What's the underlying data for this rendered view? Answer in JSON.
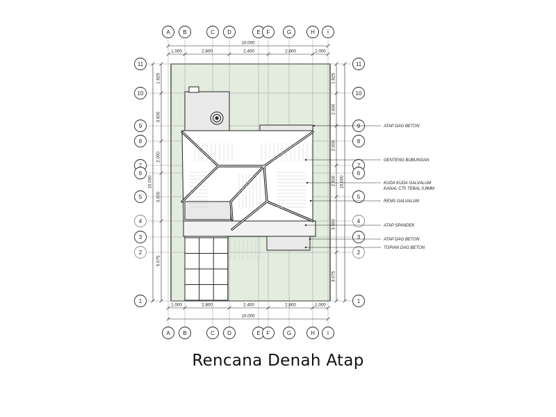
{
  "caption": "Rencana Denah Atap",
  "grid_columns": [
    "A",
    "B",
    "C",
    "D",
    "E",
    "F",
    "G",
    "H",
    "I"
  ],
  "grid_rows_right": [
    "11",
    "10",
    "9",
    "8",
    "7",
    "6",
    "5",
    "4",
    "3",
    "2",
    "1"
  ],
  "grid_rows_left": [
    "11",
    "10",
    "9",
    "8",
    "7",
    "6",
    "5",
    "4",
    "3",
    "2",
    "1"
  ],
  "dims_top": {
    "total": "10.000",
    "segments": [
      "1.000",
      "2.800",
      "2.400",
      "2.800",
      "1.000"
    ]
  },
  "dims_bottom": {
    "total": "10.000",
    "segments": [
      "1.000",
      "2.800",
      "2.400",
      "2.800",
      "1.000"
    ]
  },
  "dims_left": {
    "total": "15.000",
    "segments": [
      "1.925",
      "3.600",
      "2.000",
      "3.000",
      "5.075"
    ]
  },
  "dims_right": {
    "total": "15.000",
    "segments": [
      "1.925",
      "2.000",
      "2.000",
      "2.500",
      "3.500",
      "3.075"
    ]
  },
  "annotations": [
    {
      "lines": [
        "ATAP DAG BETON"
      ]
    },
    {
      "lines": [
        "GENTENG BUBUNGAN"
      ]
    },
    {
      "lines": [
        "KUDA KUDA GALVALUM",
        "KANAL C75 TEBAL 0.8MM"
      ]
    },
    {
      "lines": [
        "RENG GALVALUM"
      ]
    },
    {
      "lines": [
        "ATAP SPANDEK"
      ]
    },
    {
      "lines": [
        "ATAP DAG BETON"
      ]
    },
    {
      "lines": [
        "TOPIAN DAG BETON"
      ]
    }
  ],
  "colors": {
    "site_fill": "#e3ecdf",
    "line": "#222222",
    "deck_fill": "#e9e9e9"
  }
}
